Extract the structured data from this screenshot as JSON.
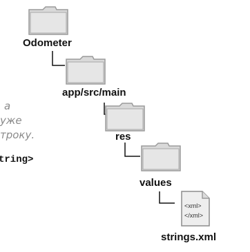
{
  "tree": {
    "nodes": [
      {
        "label": "Odometer",
        "icon": "folder-icon"
      },
      {
        "label": "app/src/main",
        "icon": "folder-icon"
      },
      {
        "label": "res",
        "icon": "folder-icon"
      },
      {
        "label": "values",
        "icon": "folder-icon"
      },
      {
        "label": "strings.xml",
        "icon": "xml-file-icon"
      }
    ],
    "file_icon_lines": [
      "<xml>",
      "</xml>"
    ]
  },
  "side_note": {
    "lines": [
      "a",
      "уже",
      "троку."
    ]
  },
  "code_fragment": "tring>"
}
